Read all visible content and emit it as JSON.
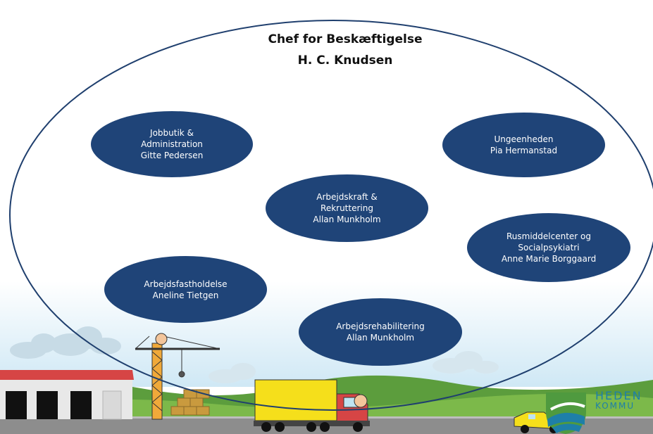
{
  "header": {
    "title": "Chef for Beskæftigelse",
    "name": "H. C. Knudsen"
  },
  "units": [
    {
      "id": "jobbutik",
      "lines": [
        "Jobbutik &",
        "Administration",
        "Gitte Pedersen"
      ]
    },
    {
      "id": "ungeenheden",
      "lines": [
        "Ungeenheden",
        "Pia Hermanstad"
      ]
    },
    {
      "id": "arbejdskraft",
      "lines": [
        "Arbejdskraft &",
        "Rekruttering",
        "Allan Munkholm"
      ]
    },
    {
      "id": "rusmiddelcenter",
      "lines": [
        "Rusmiddelcenter og",
        "Socialpsykiatri",
        "Anne Marie Borggaard"
      ]
    },
    {
      "id": "arbejdsfastholdelse",
      "lines": [
        "Arbejdsfastholdelse",
        "Aneline Tietgen"
      ]
    },
    {
      "id": "arbejdsrehabilitering",
      "lines": [
        "Arbejdsrehabilitering",
        "Allan Munkholm"
      ]
    }
  ],
  "logo": {
    "line1": "HEDEN",
    "line2": "KOMMU"
  },
  "colors": {
    "node_fill": "#1f4478",
    "node_text": "#ffffff",
    "outline": "#1f3f6e",
    "logo_text": "#1e7fa8"
  }
}
